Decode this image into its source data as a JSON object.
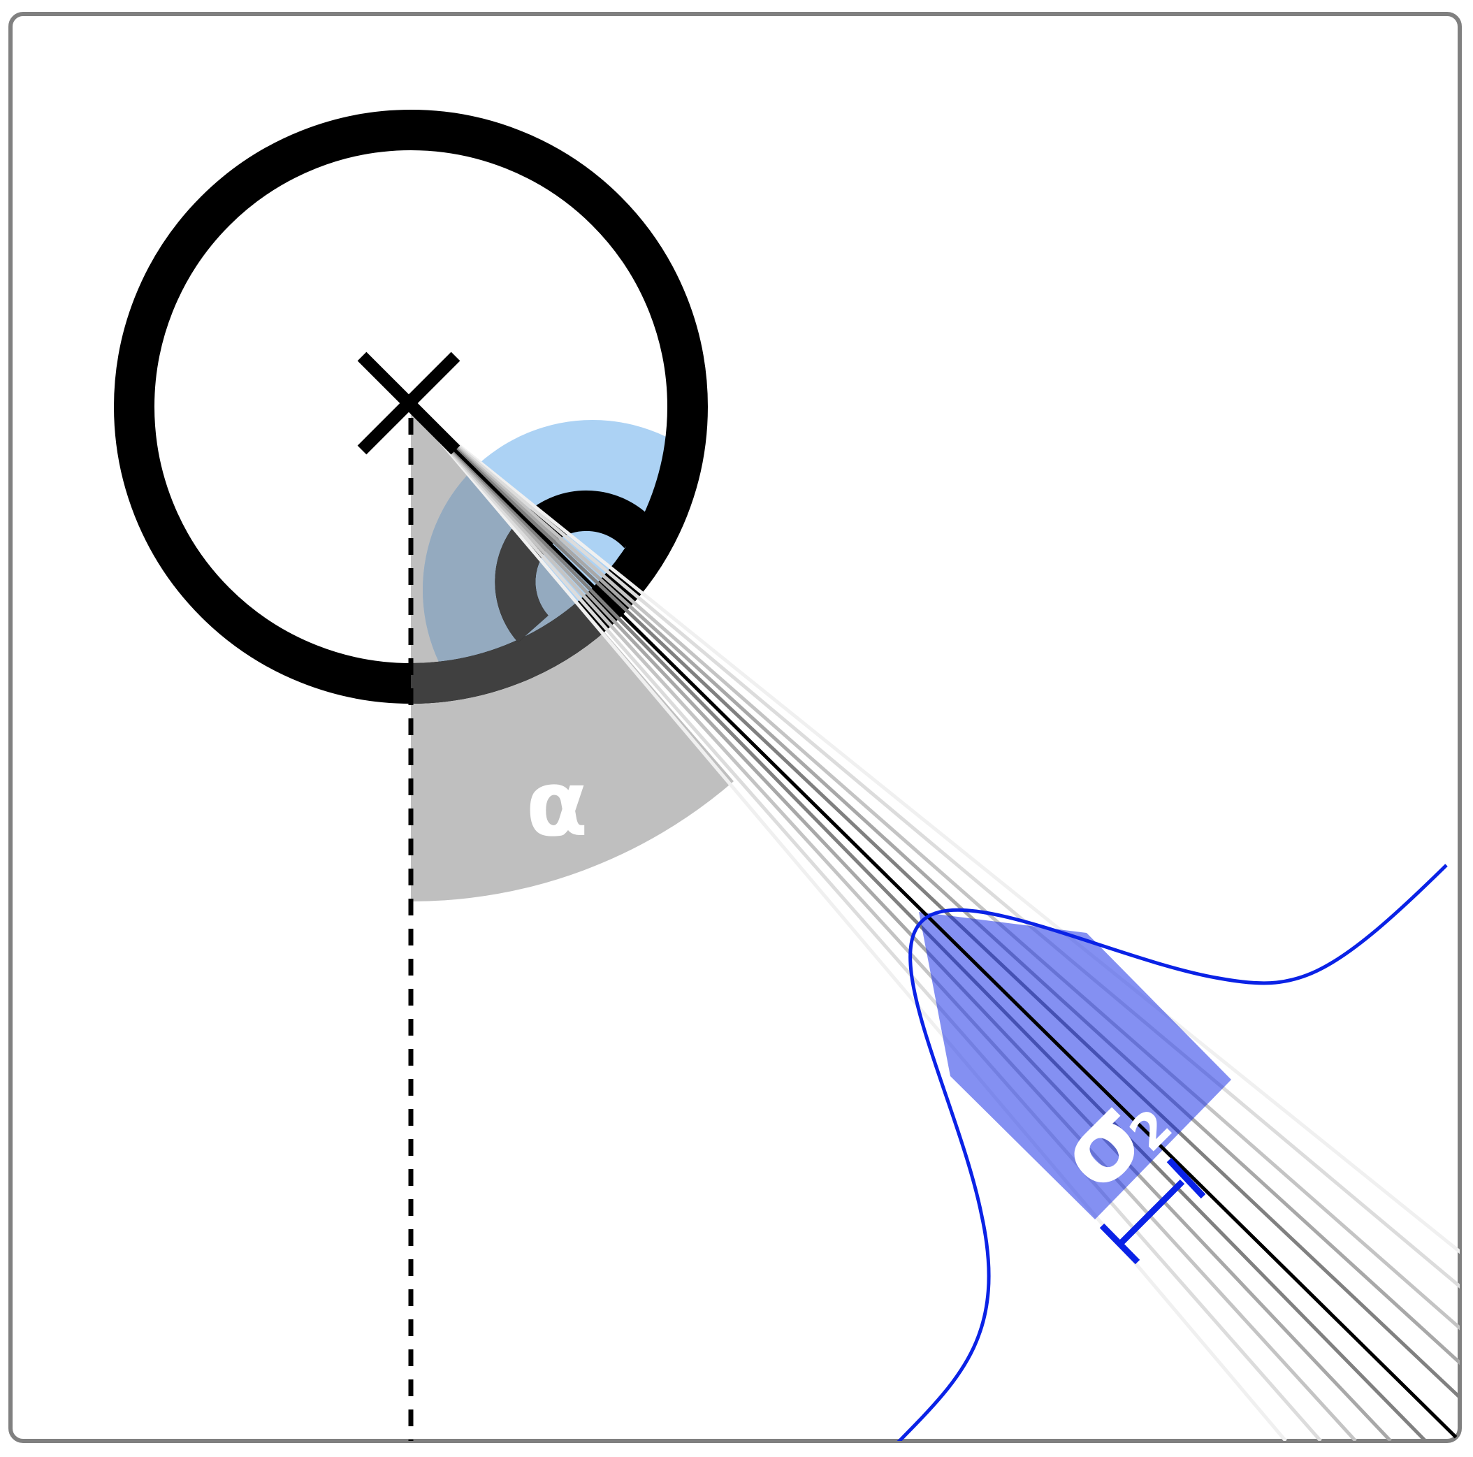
{
  "diagram": {
    "labels": {
      "angle": "α",
      "sigma": "σ",
      "sigma_sub": "2"
    },
    "colors": {
      "frame": "#808080",
      "ring": "#000000",
      "angle_sector": "#bfbfbf",
      "inner_sector": "#acd2f4",
      "inner_overlap": "#94aabf",
      "dark_overlap": "#404040",
      "distribution": "#0a22e6",
      "distribution_fill": "#7f8ff6",
      "label_text": "#ffffff"
    }
  }
}
